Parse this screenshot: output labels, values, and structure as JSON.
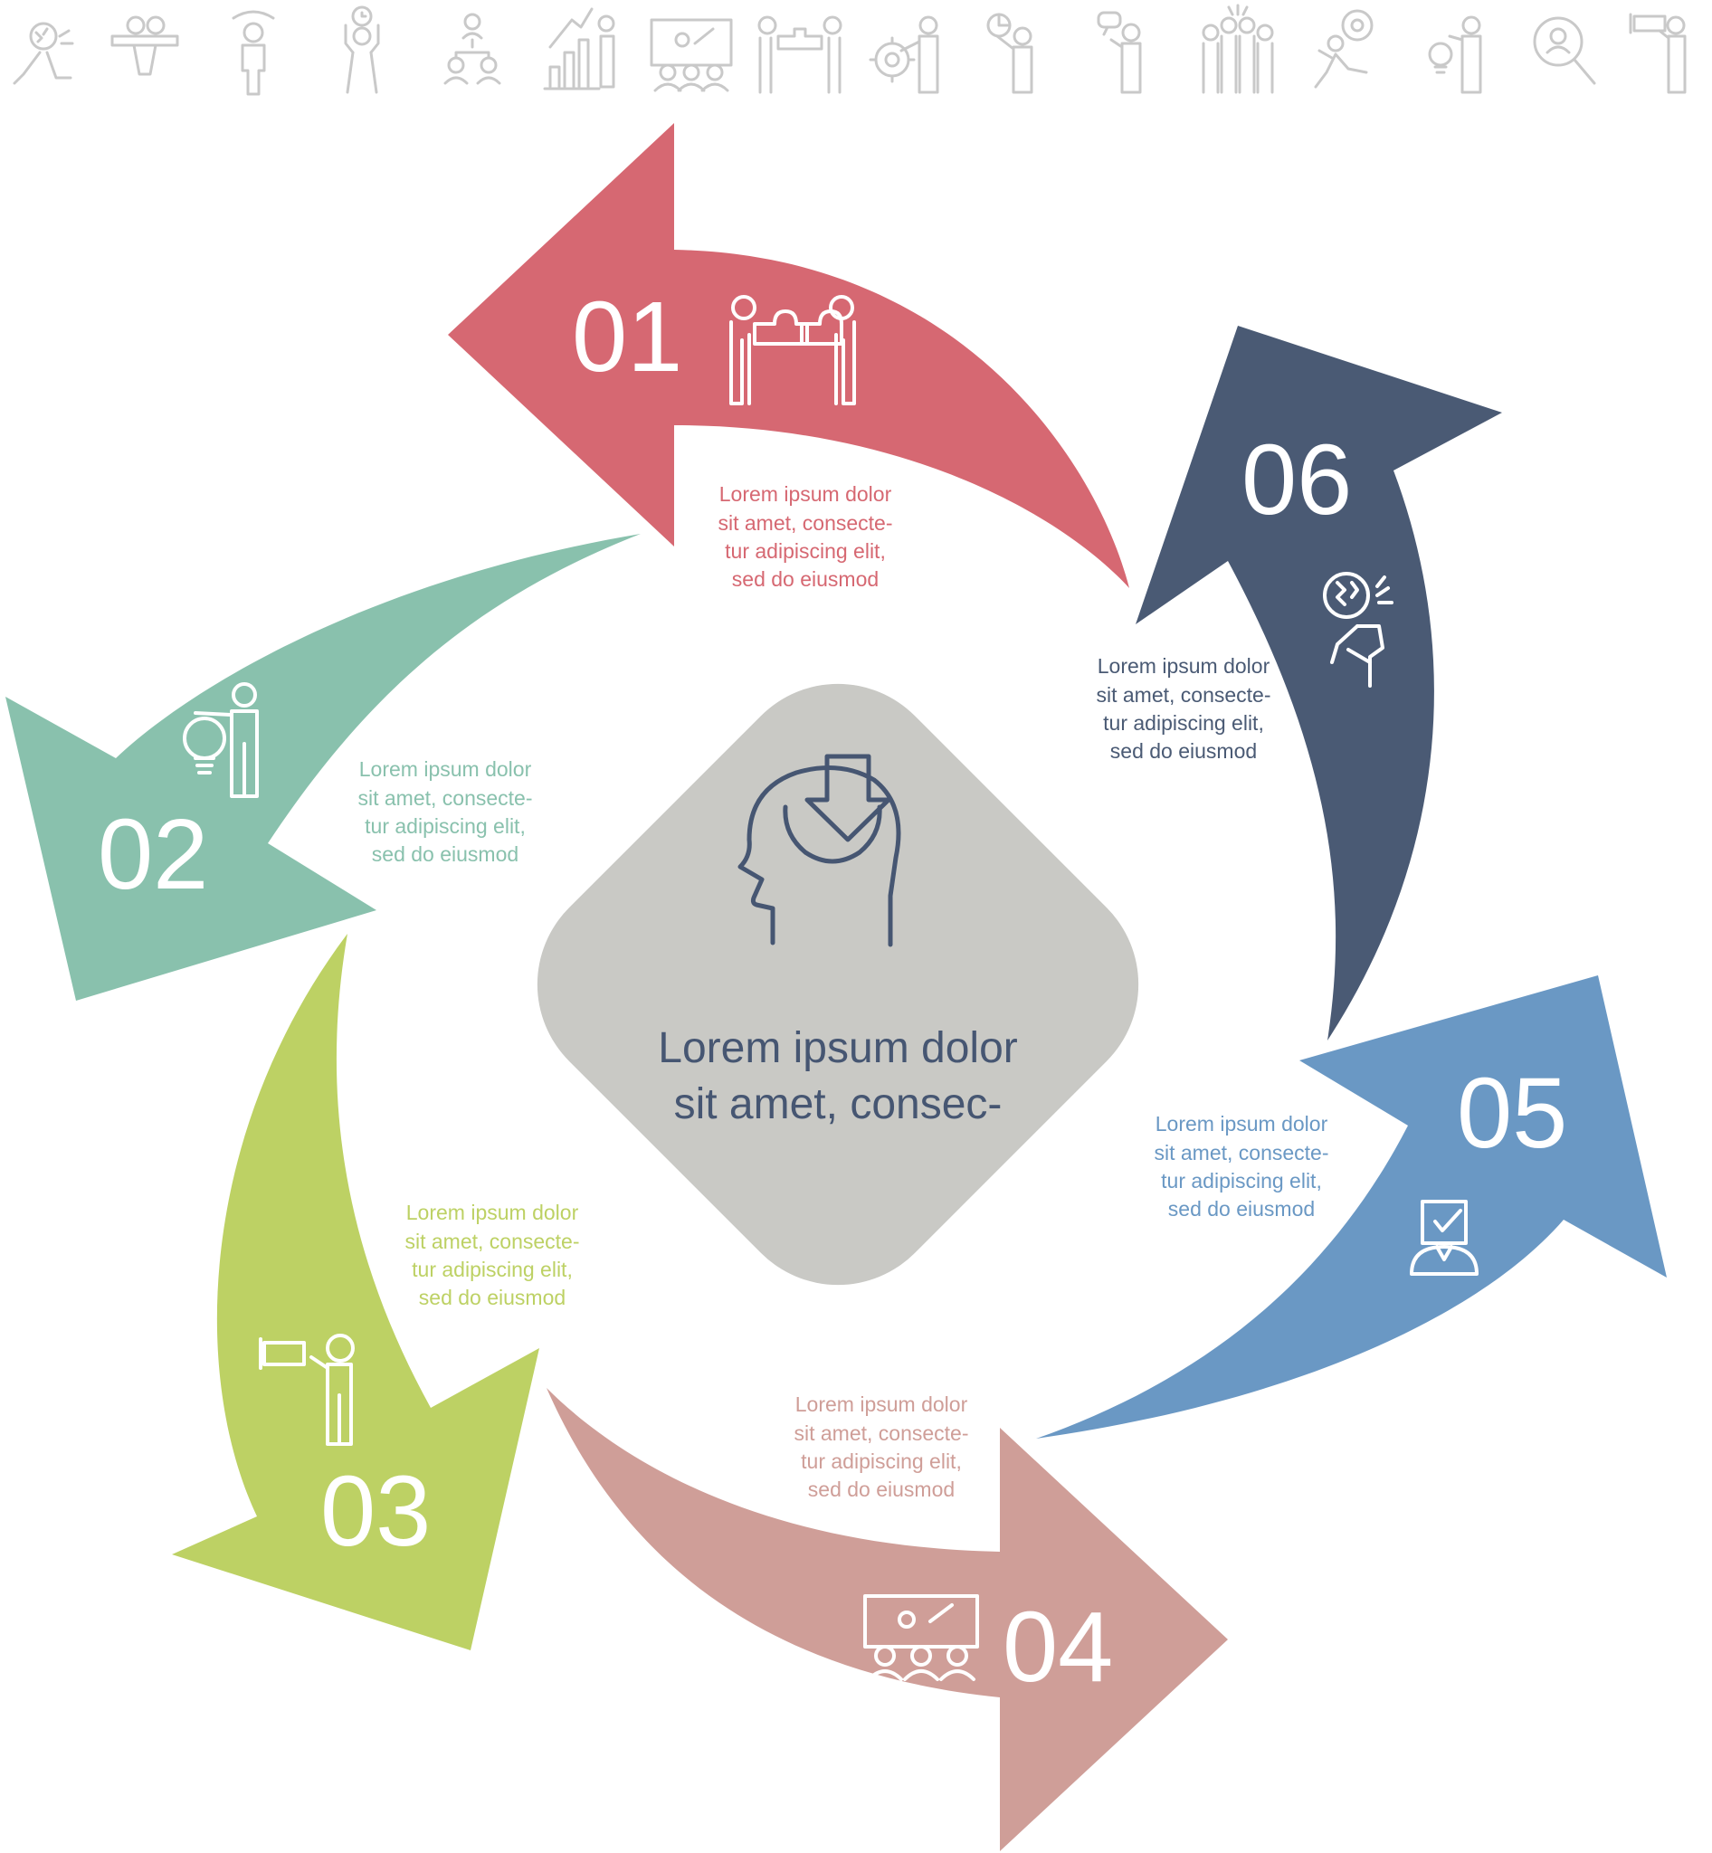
{
  "center": {
    "line1": "Lorem ipsum dolor",
    "line2": "sit amet, consec-",
    "icon": "head-download-icon",
    "fill": "#c9c9c5",
    "ink": "#465672"
  },
  "steps": [
    {
      "number": "01",
      "color": "#d66872",
      "icon": "puzzle-collaboration-icon",
      "text": [
        "Lorem ipsum dolor",
        "sit amet, consecte-",
        "tur adipiscing elit,",
        "sed do eiusmod"
      ]
    },
    {
      "number": "02",
      "color": "#89c1ad",
      "icon": "lightbulb-idea-icon",
      "text": [
        "Lorem ipsum dolor",
        "sit amet, consecte-",
        "tur adipiscing elit,",
        "sed do eiusmod"
      ]
    },
    {
      "number": "03",
      "color": "#bdd164",
      "icon": "telescope-vision-icon",
      "text": [
        "Lorem ipsum dolor",
        "sit amet, consecte-",
        "tur adipiscing elit,",
        "sed do eiusmod"
      ]
    },
    {
      "number": "04",
      "color": "#cf9e98",
      "icon": "presentation-audience-icon",
      "text": [
        "Lorem ipsum dolor",
        "sit amet, consecte-",
        "tur adipiscing elit,",
        "sed do eiusmod"
      ]
    },
    {
      "number": "05",
      "color": "#6a98c4",
      "icon": "checklist-task-icon",
      "text": [
        "Lorem ipsum dolor",
        "sit amet, consecte-",
        "tur adipiscing elit,",
        "sed do eiusmod"
      ]
    },
    {
      "number": "06",
      "color": "#4a5a74",
      "icon": "stress-breakthrough-icon",
      "text": [
        "Lorem ipsum dolor",
        "sit amet, consecte-",
        "tur adipiscing elit,",
        "sed do eiusmod"
      ]
    }
  ],
  "top_icons": [
    "stress-icon",
    "business-desk-icon",
    "speaker-icon",
    "time-management-icon",
    "team-structure-icon",
    "growth-chart-icon",
    "presentation-icon",
    "puzzle-icon",
    "gear-settings-icon",
    "pie-chart-icon",
    "speech-bubble-icon",
    "celebration-team-icon",
    "running-gear-icon",
    "lightbulb-icon",
    "magnifier-search-icon",
    "telescope-icon"
  ]
}
